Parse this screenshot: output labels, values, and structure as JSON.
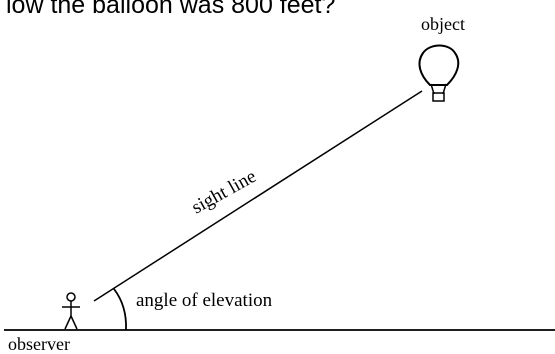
{
  "header": {
    "text": "low the balloon was 800 feet?"
  },
  "diagram": {
    "object_label": "object",
    "observer_label": "observer",
    "sight_line_label": "sight line",
    "angle_label": "angle of elevation"
  },
  "colors": {
    "ink": "#000000",
    "background": "#ffffff"
  },
  "icons": {
    "object": "hot-air-balloon-icon",
    "observer": "stick-figure-icon"
  }
}
